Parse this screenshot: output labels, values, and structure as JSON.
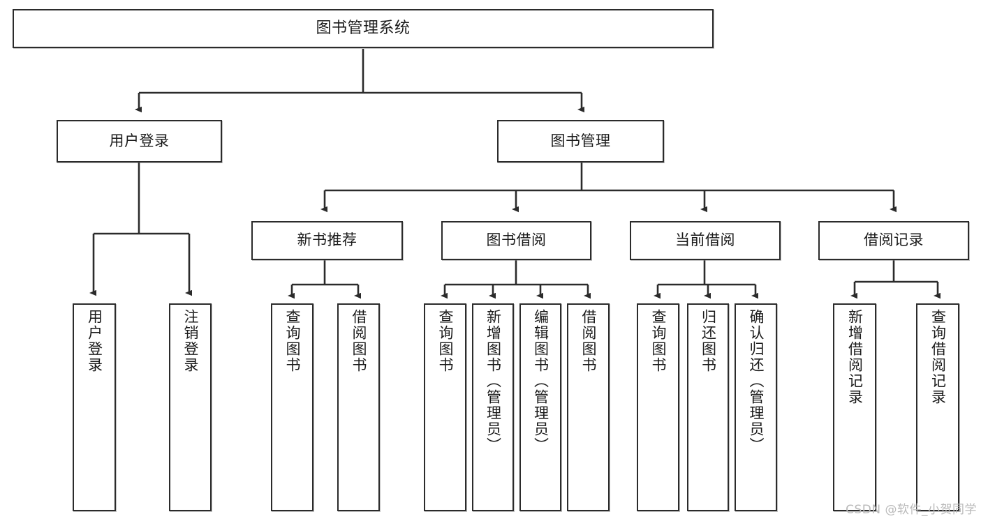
{
  "diagram": {
    "title": "图书管理系统",
    "watermark": "CSDN @软件_小贺同学",
    "colors": {
      "background": "#ffffff",
      "box_border": "#2b2b2b",
      "box_fill": "#ffffff",
      "text": "#1a1a1a",
      "edge": "#2b2b2b",
      "watermark": "#b9b9b9"
    },
    "root": {
      "label": "图书管理系统"
    },
    "level1": [
      {
        "label": "用户登录"
      },
      {
        "label": "图书管理"
      }
    ],
    "level2": [
      {
        "label": "新书推荐"
      },
      {
        "label": "图书借阅"
      },
      {
        "label": "当前借阅"
      },
      {
        "label": "借阅记录"
      }
    ],
    "leaves": {
      "user_login": [
        {
          "label": "用户登录"
        },
        {
          "label": "注销登录"
        }
      ],
      "new_book_rec": [
        {
          "label": "查询图书"
        },
        {
          "label": "借阅图书"
        }
      ],
      "book_borrow": [
        {
          "label": "查询图书"
        },
        {
          "label": "新增图书（管理员）"
        },
        {
          "label": "编辑图书（管理员）"
        },
        {
          "label": "借阅图书"
        }
      ],
      "current_borrow": [
        {
          "label": "查询图书"
        },
        {
          "label": "归还图书"
        },
        {
          "label": "确认归还（管理员）"
        }
      ],
      "borrow_record": [
        {
          "label": "新增借阅记录"
        },
        {
          "label": "查询借阅记录"
        }
      ]
    }
  },
  "chart_data": {
    "type": "diagram",
    "title": "图书管理系统",
    "description": "功能结构图 / 树形层级图",
    "orientation": "top-down tree",
    "nodes": [
      {
        "id": "root",
        "label": "图书管理系统",
        "level": 0
      },
      {
        "id": "n1",
        "label": "用户登录",
        "level": 1
      },
      {
        "id": "n2",
        "label": "图书管理",
        "level": 1
      },
      {
        "id": "n1a",
        "label": "用户登录",
        "level": 2
      },
      {
        "id": "n1b",
        "label": "注销登录",
        "level": 2
      },
      {
        "id": "n21",
        "label": "新书推荐",
        "level": 2
      },
      {
        "id": "n22",
        "label": "图书借阅",
        "level": 2
      },
      {
        "id": "n23",
        "label": "当前借阅",
        "level": 2
      },
      {
        "id": "n24",
        "label": "借阅记录",
        "level": 2
      },
      {
        "id": "n21a",
        "label": "查询图书",
        "level": 3
      },
      {
        "id": "n21b",
        "label": "借阅图书",
        "level": 3
      },
      {
        "id": "n22a",
        "label": "查询图书",
        "level": 3
      },
      {
        "id": "n22b",
        "label": "新增图书（管理员）",
        "level": 3
      },
      {
        "id": "n22c",
        "label": "编辑图书（管理员）",
        "level": 3
      },
      {
        "id": "n22d",
        "label": "借阅图书",
        "level": 3
      },
      {
        "id": "n23a",
        "label": "查询图书",
        "level": 3
      },
      {
        "id": "n23b",
        "label": "归还图书",
        "level": 3
      },
      {
        "id": "n23c",
        "label": "确认归还（管理员）",
        "level": 3
      },
      {
        "id": "n24a",
        "label": "新增借阅记录",
        "level": 3
      },
      {
        "id": "n24b",
        "label": "查询借阅记录",
        "level": 3
      }
    ],
    "edges": [
      [
        "root",
        "n1"
      ],
      [
        "root",
        "n2"
      ],
      [
        "n1",
        "n1a"
      ],
      [
        "n1",
        "n1b"
      ],
      [
        "n2",
        "n21"
      ],
      [
        "n2",
        "n22"
      ],
      [
        "n2",
        "n23"
      ],
      [
        "n2",
        "n24"
      ],
      [
        "n21",
        "n21a"
      ],
      [
        "n21",
        "n21b"
      ],
      [
        "n22",
        "n22a"
      ],
      [
        "n22",
        "n22b"
      ],
      [
        "n22",
        "n22c"
      ],
      [
        "n22",
        "n22d"
      ],
      [
        "n23",
        "n23a"
      ],
      [
        "n23",
        "n23b"
      ],
      [
        "n23",
        "n23c"
      ],
      [
        "n24",
        "n24a"
      ],
      [
        "n24",
        "n24b"
      ]
    ]
  }
}
